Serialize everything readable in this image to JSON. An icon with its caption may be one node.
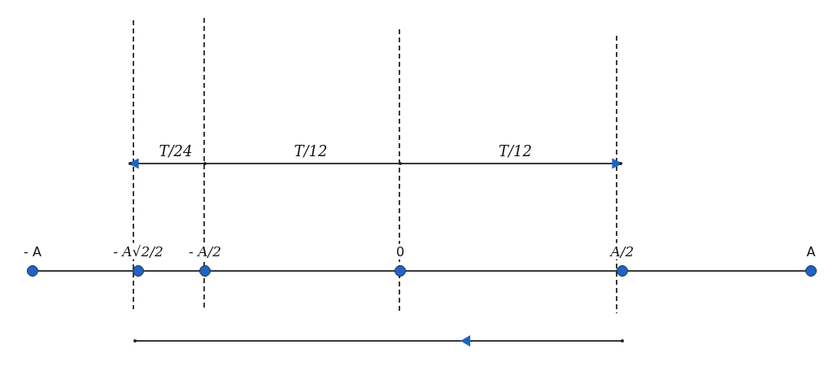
{
  "diagram": {
    "nodes": [
      {
        "text": [],
        "shape": "circle",
        "beside": [
          "- A"
        ]
      },
      {
        "text": [],
        "shape": "circle",
        "beside": [
          "- A√2/2"
        ]
      },
      {
        "text": [],
        "shape": "circle",
        "beside": [
          "- A/2"
        ]
      },
      {
        "text": [],
        "shape": "circle",
        "beside": [
          "0"
        ]
      },
      {
        "text": [],
        "shape": "circle",
        "beside": [
          "A/2"
        ]
      },
      {
        "text": [],
        "shape": "circle",
        "beside": [
          "A"
        ]
      },
      {
        "text": [],
        "shape": "dot"
      },
      {
        "text": [],
        "shape": "dot"
      },
      {
        "text": [],
        "shape": "dot"
      },
      {
        "text": [],
        "shape": "dot"
      }
    ],
    "edges": [
      {
        "from": 0,
        "to": 1,
        "arrow": "none"
      },
      {
        "from": 1,
        "to": 2,
        "arrow": "none"
      },
      {
        "from": 2,
        "to": 3,
        "arrow": "none"
      },
      {
        "from": 3,
        "to": 4,
        "arrow": "none"
      },
      {
        "from": 4,
        "to": 5,
        "arrow": "none"
      },
      {
        "from": 7,
        "to": 6,
        "arrow": "to",
        "label": "T/24"
      },
      {
        "from": 7,
        "to": 8,
        "arrow": "none",
        "label": "T/12"
      },
      {
        "from": 8,
        "to": 9,
        "arrow": "to",
        "label": "T/12"
      }
    ]
  }
}
